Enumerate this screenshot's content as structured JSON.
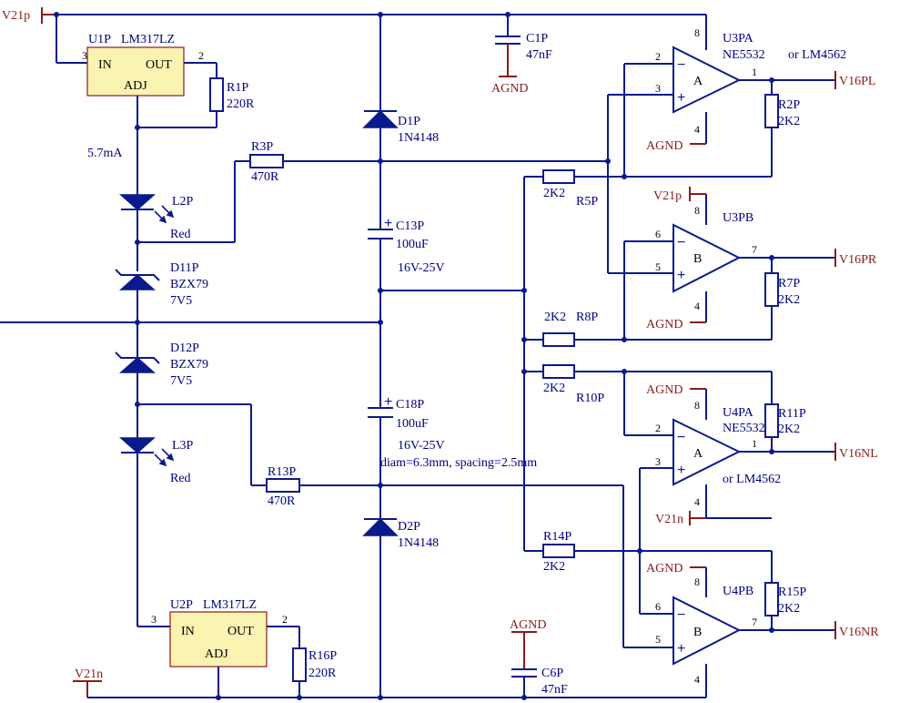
{
  "power": {
    "v21p_top": "V21p",
    "v21p_b": "V21p",
    "v21n_left": "V21n",
    "v21n_mid": "V21n",
    "agnd_c1": "AGND",
    "agnd_a": "AGND",
    "agnd_b": "AGND",
    "agnd_c": "AGND",
    "agnd_d": "AGND",
    "agnd_c6": "AGND"
  },
  "u1": {
    "ref": "U1P",
    "part": "LM317LZ",
    "in": "IN",
    "out": "OUT",
    "adj": "ADJ",
    "pin_in": "3",
    "pin_out": "2"
  },
  "u2": {
    "ref": "U2P",
    "part": "LM317LZ",
    "in": "IN",
    "out": "OUT",
    "adj": "ADJ",
    "pin_in": "3",
    "pin_out": "2"
  },
  "r1": {
    "ref": "R1P",
    "value": "220R"
  },
  "r16": {
    "ref": "R16P",
    "value": "220R"
  },
  "r3": {
    "ref": "R3P",
    "value": "470R"
  },
  "r13": {
    "ref": "R13P",
    "value": "470R"
  },
  "r5": {
    "ref": "R5P",
    "value": "2K2"
  },
  "r8": {
    "ref": "R8P",
    "value": "2K2"
  },
  "r10": {
    "ref": "R10P",
    "value": "2K2"
  },
  "r14": {
    "ref": "R14P",
    "value": "2K2"
  },
  "r2": {
    "ref": "R2P",
    "value": "2K2"
  },
  "r7": {
    "ref": "R7P",
    "value": "2K2"
  },
  "r11": {
    "ref": "R11P",
    "value": "2K2"
  },
  "r15": {
    "ref": "R15P",
    "value": "2K2"
  },
  "current": "5.7mA",
  "l2": {
    "ref": "L2P",
    "color": "Red"
  },
  "l3": {
    "ref": "L3P",
    "color": "Red"
  },
  "d11": {
    "ref": "D11P",
    "part": "BZX79",
    "value": "7V5"
  },
  "d12": {
    "ref": "D12P",
    "part": "BZX79",
    "value": "7V5"
  },
  "d1": {
    "ref": "D1P",
    "part": "1N4148"
  },
  "d2": {
    "ref": "D2P",
    "part": "1N4148"
  },
  "c1": {
    "ref": "C1P",
    "value": "47nF"
  },
  "c6": {
    "ref": "C6P",
    "value": "47nF"
  },
  "c13": {
    "ref": "C13P",
    "value": "100uF",
    "rating": "16V-25V"
  },
  "c18": {
    "ref": "C18P",
    "value": "100uF",
    "rating": "16V-25V",
    "note": "diam=6.3mm, spacing=2.5mm"
  },
  "u3a": {
    "ref": "U3PA",
    "part": "NE5532",
    "alt": "or LM4562",
    "unit": "A",
    "pin_inv": "2",
    "pin_non": "3",
    "pin_out": "1",
    "pin_vp": "8",
    "pin_vn": "4"
  },
  "u3b": {
    "ref": "U3PB",
    "unit": "B",
    "pin_inv": "6",
    "pin_non": "5",
    "pin_out": "7",
    "pin_vp": "8",
    "pin_vn": "4"
  },
  "u4a": {
    "ref": "U4PA",
    "part": "NE5532",
    "alt": "or LM4562",
    "unit": "A",
    "pin_inv": "2",
    "pin_non": "3",
    "pin_out": "1",
    "pin_vp": "8",
    "pin_vn": "4"
  },
  "u4b": {
    "ref": "U4PB",
    "unit": "B",
    "pin_inv": "6",
    "pin_non": "5",
    "pin_out": "7",
    "pin_vp": "8",
    "pin_vn": "4"
  },
  "outputs": {
    "pl": "V16PL",
    "pr": "V16PR",
    "nl": "V16NL",
    "nr": "V16NR"
  },
  "signs": {
    "minus": "−",
    "plus": "+"
  },
  "colors": {
    "wire": "#0a1a8c",
    "power": "#8b1a1a",
    "ic_body": "#fbf3b2"
  }
}
